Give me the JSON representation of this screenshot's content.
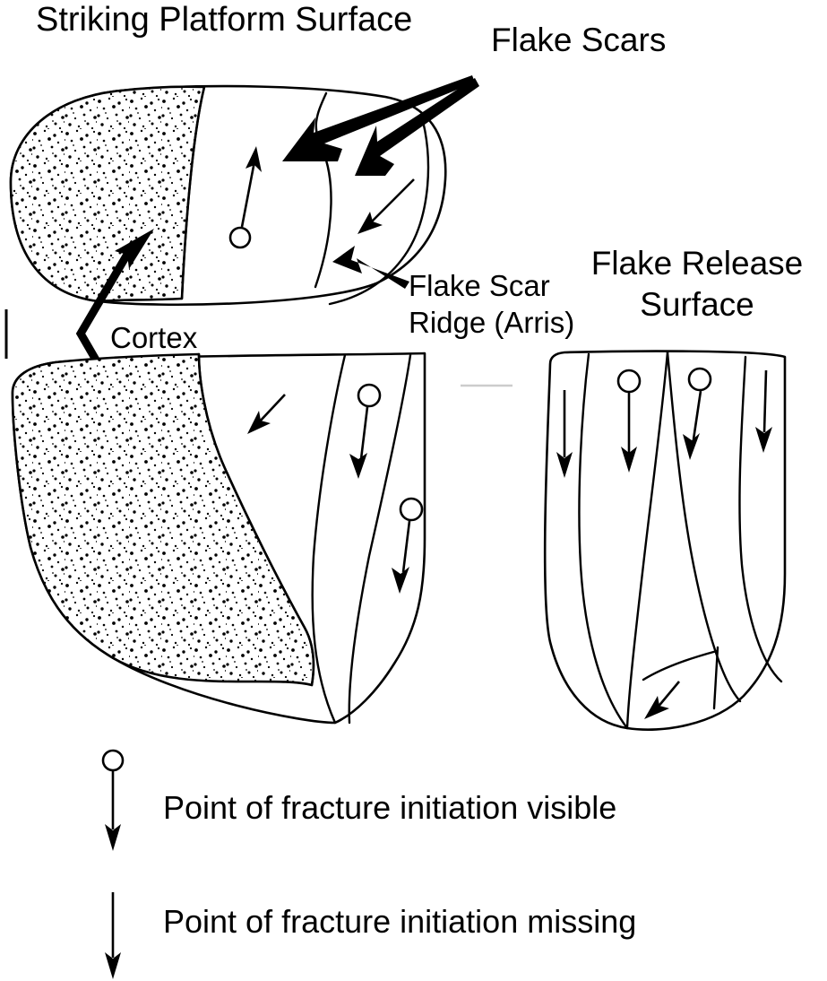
{
  "figure": {
    "kind": "lithic-artifact-diagram",
    "background_color": "#ffffff",
    "ink_color": "#000000"
  },
  "labels": {
    "striking_platform_surface": "Striking Platform Surface",
    "flake_scars": "Flake Scars",
    "flake_scar_ridge_line1": "Flake Scar",
    "flake_scar_ridge_line2": "Ridge (Arris)",
    "cortex": "Cortex",
    "flake_release_line1": "Flake Release",
    "flake_release_line2": "Surface"
  },
  "legend": {
    "items": [
      {
        "symbol": "circle-topped-down-arrow",
        "text": "Point of fracture initiation visible"
      },
      {
        "symbol": "plain-down-arrow",
        "text": "Point of fracture initiation missing"
      }
    ]
  },
  "artifacts": [
    {
      "name": "top-core-striking-platform",
      "cortex_present": true,
      "flake_scar_panels": 3,
      "initiation_points_visible": 1,
      "initiation_points_missing": 1
    },
    {
      "name": "middle-core-lateral-face",
      "cortex_present": true,
      "flake_scar_panels": 3,
      "initiation_points_visible": 2,
      "initiation_points_missing": 1
    },
    {
      "name": "right-flake-release-surface",
      "cortex_present": false,
      "flake_scar_panels": 4,
      "initiation_points_visible": 2,
      "initiation_points_missing": 3
    }
  ]
}
